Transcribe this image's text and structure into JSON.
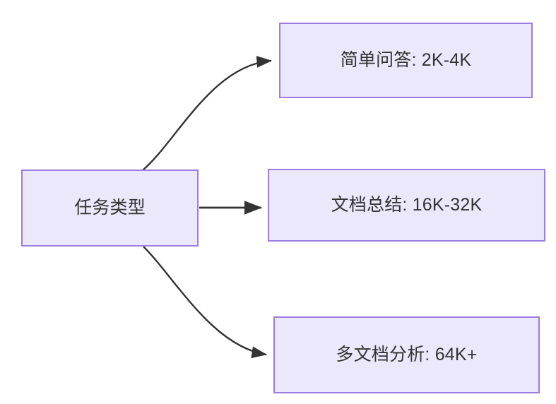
{
  "diagram": {
    "type": "flowchart",
    "direction": "left-to-right",
    "background_color": "#ffffff",
    "node_fill_color": "#ebe8fb",
    "node_border_color": "#9a7de0",
    "node_text_color": "#333333",
    "edge_color": "#333333",
    "nodes": [
      {
        "id": "source",
        "label": "任务类型",
        "role": "root"
      },
      {
        "id": "simple-qa",
        "label": "简单问答: 2K-4K",
        "role": "leaf"
      },
      {
        "id": "doc-summary",
        "label": "文档总结: 16K-32K",
        "role": "leaf"
      },
      {
        "id": "multi-doc",
        "label": "多文档分析: 64K+",
        "role": "leaf"
      }
    ],
    "edges": [
      {
        "id": "edge-source-simple-qa",
        "from": "source",
        "to": "simple-qa",
        "style": "curved",
        "arrow": "triangle",
        "label": ""
      },
      {
        "id": "edge-source-doc-summary",
        "from": "source",
        "to": "doc-summary",
        "style": "straight",
        "arrow": "triangle",
        "label": ""
      },
      {
        "id": "edge-source-multi-doc",
        "from": "source",
        "to": "multi-doc",
        "style": "curved",
        "arrow": "triangle",
        "label": ""
      }
    ]
  }
}
